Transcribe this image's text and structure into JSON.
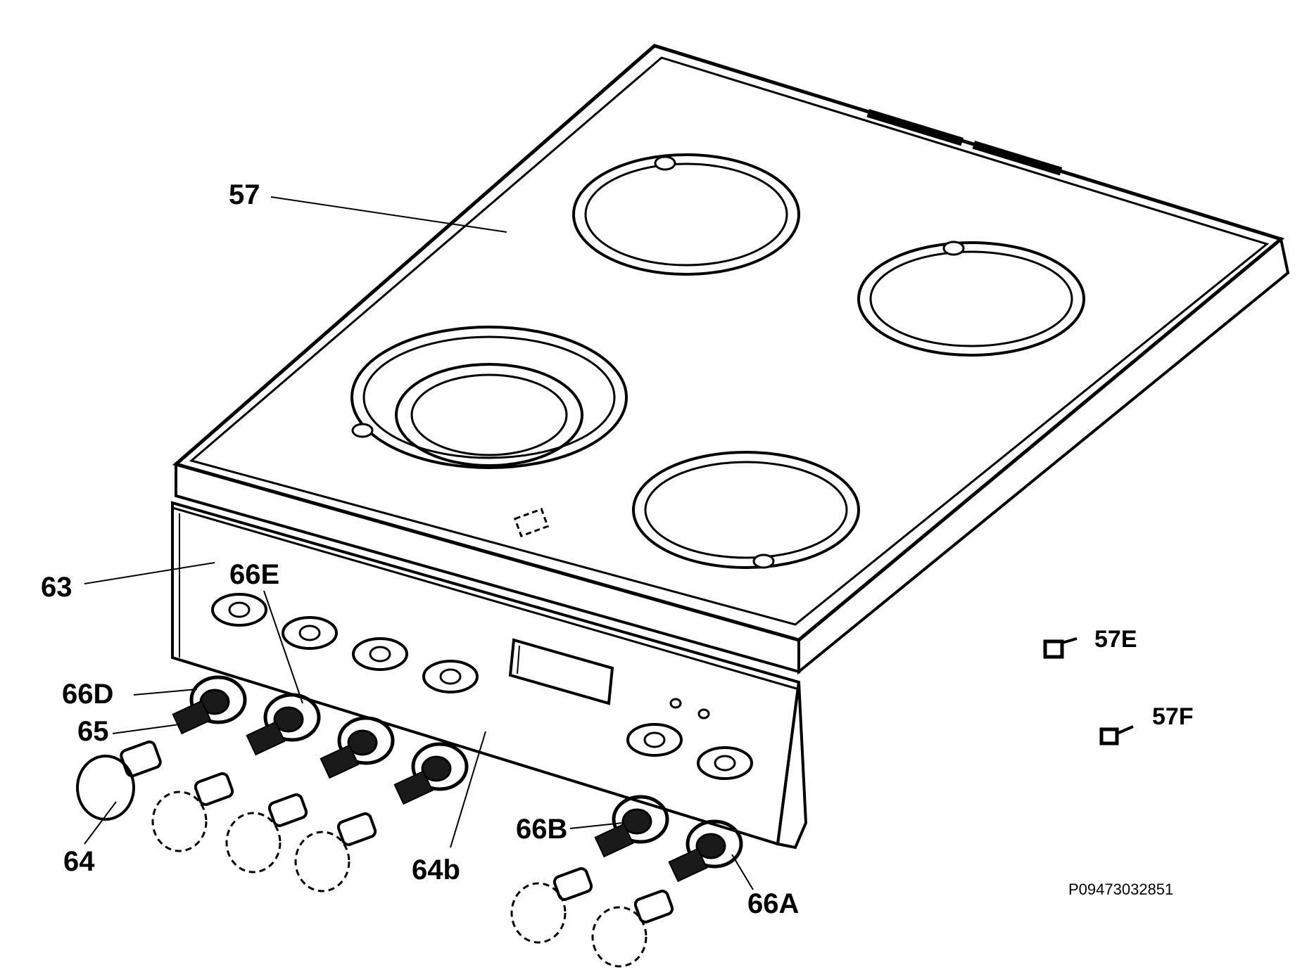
{
  "labels": {
    "57": "57",
    "63": "63",
    "66E": "66E",
    "66D": "66D",
    "65": "65",
    "64": "64",
    "64b": "64b",
    "66B": "66B",
    "66A": "66A",
    "57E": "57E",
    "57F": "57F"
  },
  "part_number": "P09473032851",
  "colors": {
    "ink": "#000000",
    "background": "#ffffff"
  }
}
